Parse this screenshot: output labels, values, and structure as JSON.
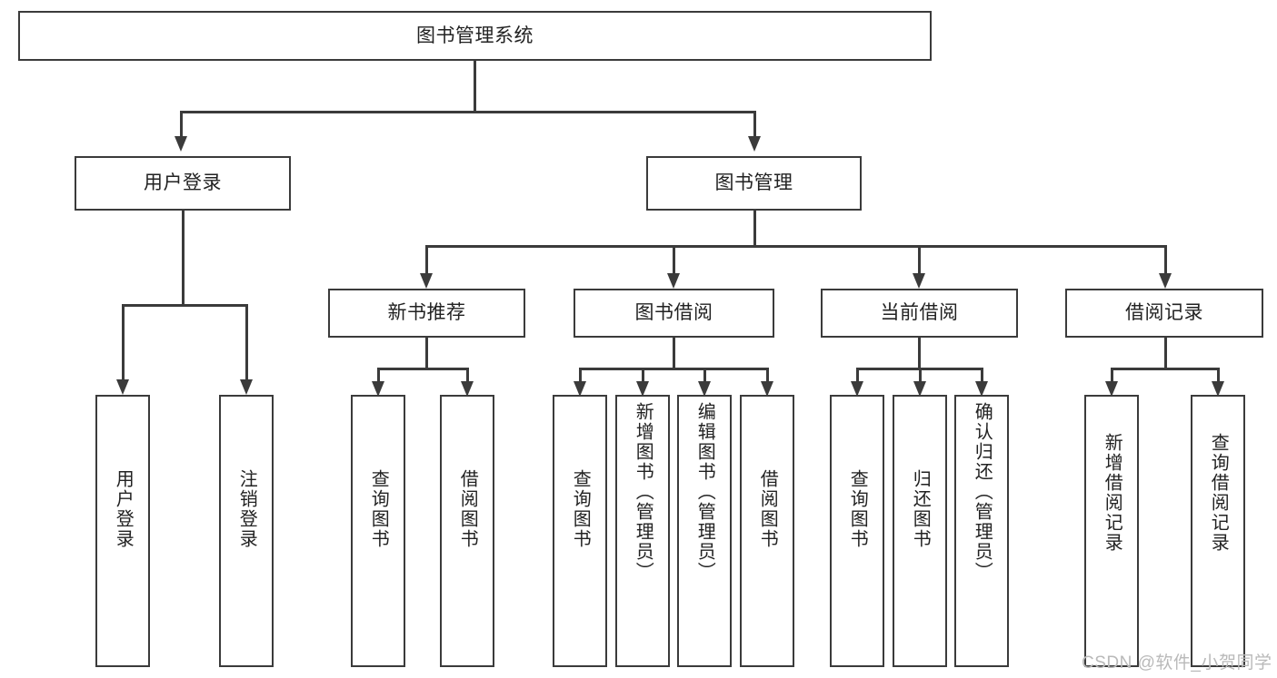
{
  "diagram": {
    "title": "图书管理系统",
    "type": "hierarchy-tree",
    "root": {
      "id": "root",
      "label": "图书管理系统"
    },
    "level2": [
      {
        "id": "user-login",
        "label": "用户登录"
      },
      {
        "id": "book-manage",
        "label": "图书管理"
      }
    ],
    "level3": [
      {
        "id": "new-book-recommend",
        "label": "新书推荐"
      },
      {
        "id": "book-borrow",
        "label": "图书借阅"
      },
      {
        "id": "current-borrow",
        "label": "当前借阅"
      },
      {
        "id": "borrow-record",
        "label": "借阅记录"
      }
    ],
    "leaves": {
      "user_login": [
        {
          "id": "leaf-user-login",
          "label": "用户登录"
        },
        {
          "id": "leaf-logout",
          "label": "注销登录"
        }
      ],
      "new_book_recommend": [
        {
          "id": "leaf-query-book-1",
          "label": "查询图书"
        },
        {
          "id": "leaf-borrow-book-1",
          "label": "借阅图书"
        }
      ],
      "book_borrow": [
        {
          "id": "leaf-query-book-2",
          "label": "查询图书"
        },
        {
          "id": "leaf-add-book",
          "label": "新增图书（管理员）"
        },
        {
          "id": "leaf-edit-book",
          "label": "编辑图书（管理员）"
        },
        {
          "id": "leaf-borrow-book-2",
          "label": "借阅图书"
        }
      ],
      "current_borrow": [
        {
          "id": "leaf-query-book-3",
          "label": "查询图书"
        },
        {
          "id": "leaf-return-book",
          "label": "归还图书"
        },
        {
          "id": "leaf-confirm-return",
          "label": "确认归还（管理员）"
        }
      ],
      "borrow_record": [
        {
          "id": "leaf-add-record",
          "label": "新增借阅记录"
        },
        {
          "id": "leaf-query-record",
          "label": "查询借阅记录"
        }
      ]
    }
  },
  "watermark": {
    "text": "CSDN @软件_小贺同学"
  },
  "colors": {
    "stroke": "#3b3b3b",
    "text": "#222222",
    "background": "#ffffff",
    "watermark": "#b9b9b9"
  }
}
